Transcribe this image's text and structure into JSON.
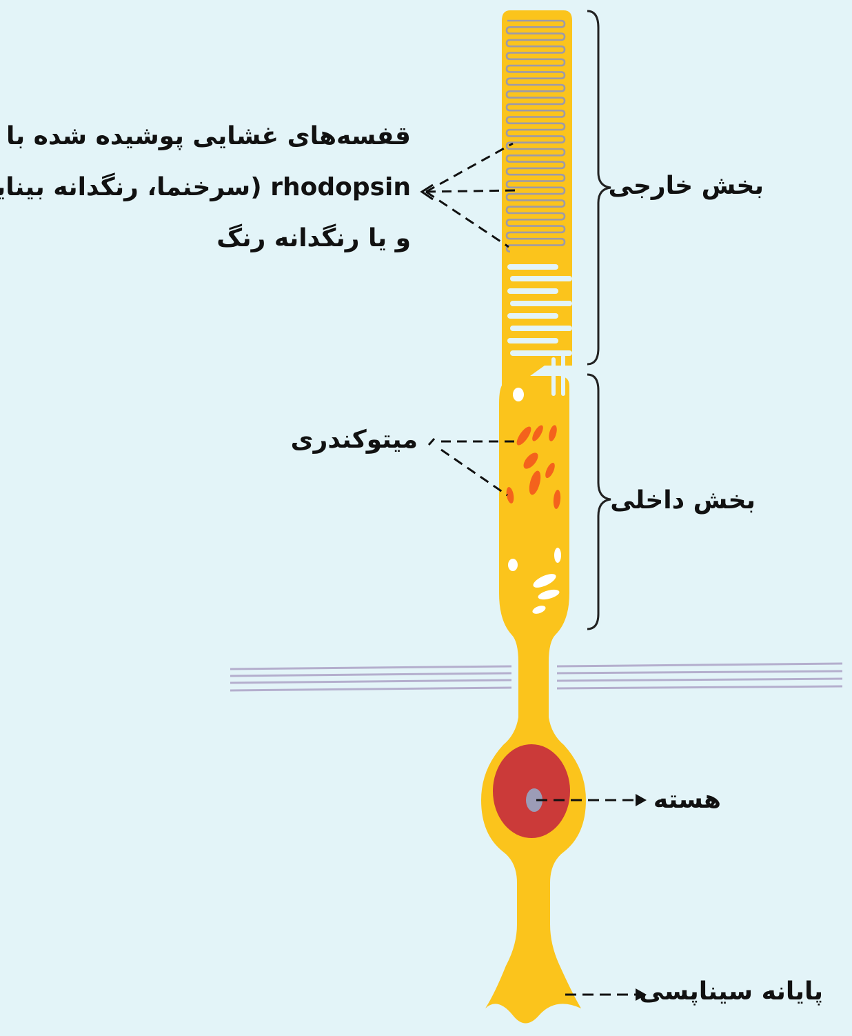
{
  "labels": {
    "disc_line1": "قفسه‌های غشایی پوشیده شده با",
    "disc_line2": "rhodopsin (سرخنما، رنگدانه بینایی)",
    "disc_line3": "و یا رنگدانه رنگ",
    "outer_segment": "بخش خارجی",
    "inner_segment": "بخش داخلی",
    "mitochondria": "میتوکندری",
    "nucleus": "هسته",
    "synaptic_terminal": "پایانه سیناپسی"
  },
  "colors": {
    "background": "#e3f4f8",
    "cell_body": "#fbc41c",
    "disc_outline": "#9d9aa8",
    "mitochondria": "#f4621c",
    "nucleus": "#cb3a39",
    "nucleolus": "#9c9cb7",
    "membrane_lines": "#b4aecd",
    "pointer": "#111111"
  }
}
